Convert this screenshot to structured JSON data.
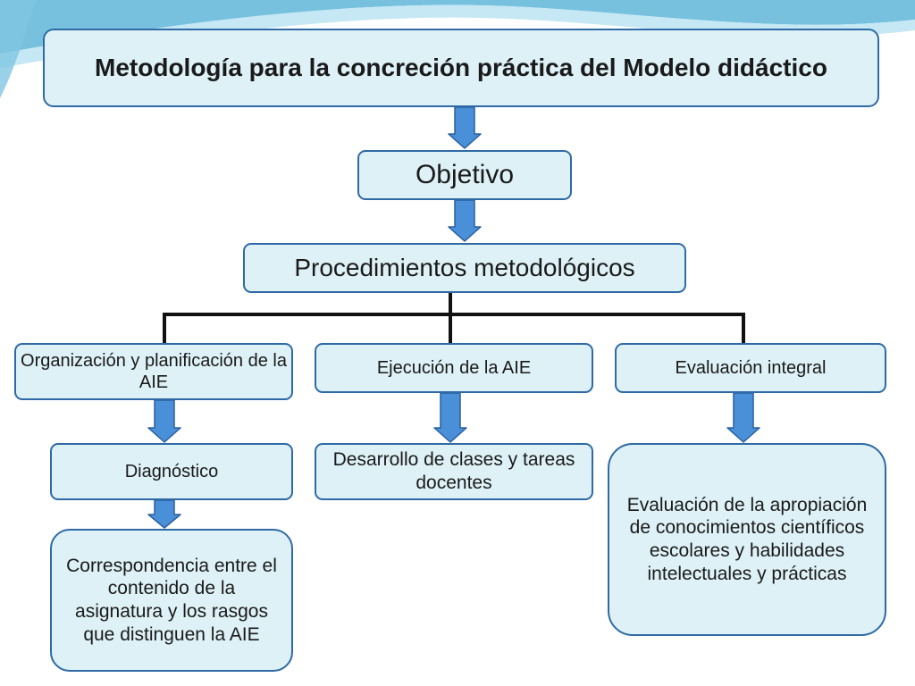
{
  "diagram": {
    "title": "Metodología para la concreción práctica del Modelo didáctico",
    "objetivo": "Objetivo",
    "procedimientos": "Procedimientos metodológicos",
    "branches": [
      {
        "label": "Organización y planificación de la AIE"
      },
      {
        "label": "Ejecución de la AIE"
      },
      {
        "label": "Evaluación integral"
      }
    ],
    "diagnostico": "Diagnóstico",
    "correspondencia": "Correspondencia entre el contenido de la asignatura y los rasgos que distinguen la AIE",
    "desarrollo": "Desarrollo de clases y tareas docentes",
    "evaluacion_apropiacion": "Evaluación de la apropiación de conocimientos científicos escolares y habilidades intelectuales y prácticas"
  },
  "colors": {
    "box_fill": "#ddf1f7",
    "box_border": "#2f6aa5",
    "arrow_fill": "#4a90d9",
    "arrow_stroke": "#2b5f9e",
    "connector": "#111111",
    "wave": "#5fb6d9"
  }
}
